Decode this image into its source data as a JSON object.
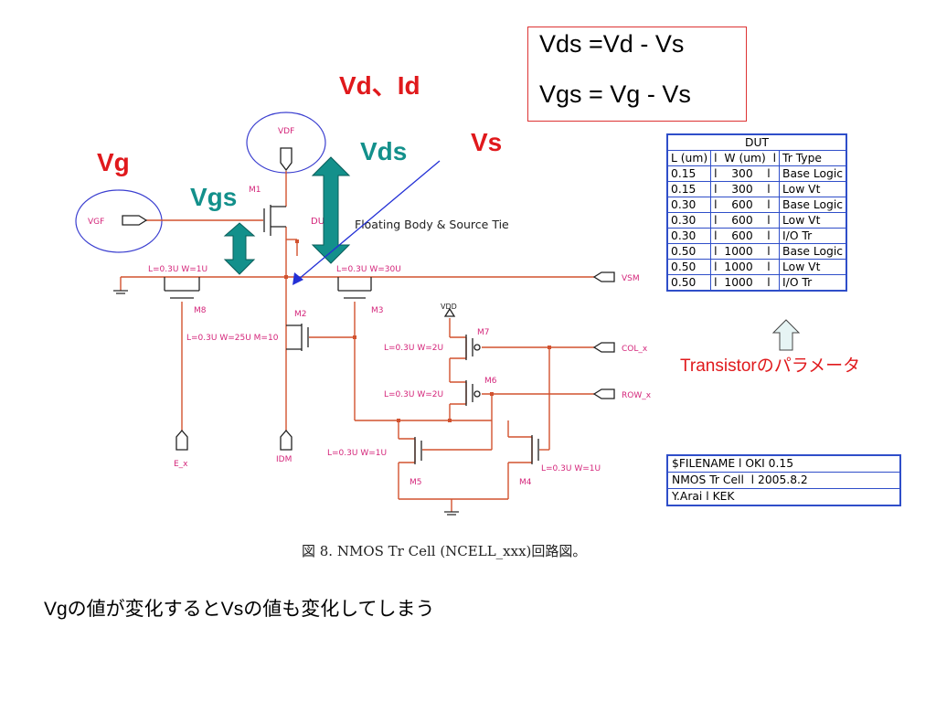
{
  "equations": {
    "vds": "Vds =Vd - Vs",
    "vgs": "Vgs = Vg - Vs"
  },
  "labels": {
    "vd_id": "Vd、Id",
    "vs": "Vs",
    "vg": "Vg",
    "vds": "Vds",
    "vgs": "Vgs"
  },
  "schematic": {
    "vdf": "VDF",
    "vgf": "VGF",
    "m1": "M1",
    "du": "DU",
    "floating": "Floating Body & Source Tie",
    "m8_size": "L=0.3U W=1U",
    "m3_size": "L=0.3U W=30U",
    "vsm": "VSM",
    "m8": "M8",
    "m2": "M2",
    "m3": "M3",
    "vdd": "VDD",
    "m7": "M7",
    "m2_size": "L=0.3U W=25U M=10",
    "m7_size": "L=0.3U W=2U",
    "col": "COL_x",
    "m6": "M6",
    "m6_size": "L=0.3U W=2U",
    "row": "ROW_x",
    "m5_size": "L=0.3U W=1U",
    "m4_size": "L=0.3U W=1U",
    "e": "E_x",
    "idm": "IDM",
    "m5": "M5",
    "m4": "M4"
  },
  "dut_table": {
    "title": "DUT",
    "header": [
      "L (um)",
      "l  W (um)  l",
      "Tr Type"
    ],
    "rows": [
      [
        "0.15",
        "l    300    l",
        "Base Logic"
      ],
      [
        "0.15",
        "l    300    l",
        "Low Vt"
      ],
      [
        "0.30",
        "l    600    l",
        "Base Logic"
      ],
      [
        "0.30",
        "l    600    l",
        "Low Vt"
      ],
      [
        "0.30",
        "l    600    l",
        "I/O Tr"
      ],
      [
        "0.50",
        "l  1000    l",
        "Base Logic"
      ],
      [
        "0.50",
        "l  1000    l",
        "Low Vt"
      ],
      [
        "0.50",
        "l  1000    l",
        "I/O Tr"
      ]
    ]
  },
  "param_label": "Transistorのパラメータ",
  "info": {
    "line1": "$FILENAME l OKI 0.15",
    "line2": "NMOS Tr Cell  l 2005.8.2",
    "line3": "Y.Arai l KEK"
  },
  "caption": "図 8. NMOS Tr Cell (NCELL_xxx)回路図。",
  "note": "Vgの値が変化するとVsの値も変化してしまう",
  "colors": {
    "wire": "#d2522f",
    "label_pink": "#d4257a",
    "red": "#e0191c",
    "teal": "#13908b",
    "table_border": "#2f4ec9"
  }
}
